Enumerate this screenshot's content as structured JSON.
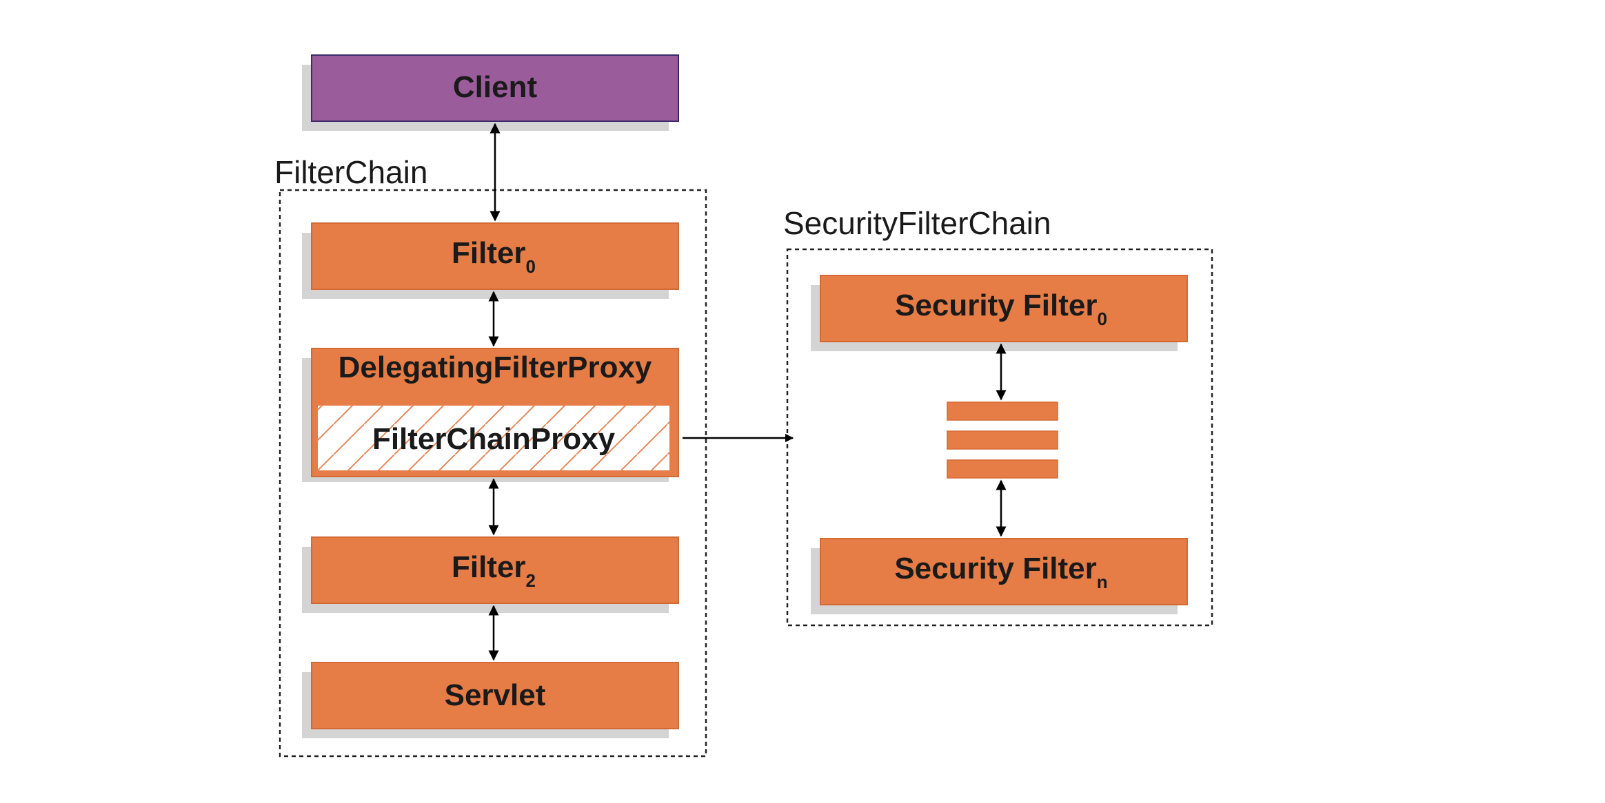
{
  "colors": {
    "client_fill": "#9b5c9b",
    "client_stroke": "#3a2a6a",
    "filter_fill": "#e67c46",
    "filter_stroke": "#d36a34",
    "shadow": "#d4d4d4",
    "hatch": "#e6875a",
    "arrow": "#000000",
    "group_border": "#222222"
  },
  "client": {
    "label": "Client"
  },
  "filter_chain": {
    "label": "FilterChain",
    "filter0": {
      "label": "Filter",
      "subscript": "0"
    },
    "delegating_proxy": {
      "label": "DelegatingFilterProxy",
      "inner_label": "FilterChainProxy"
    },
    "filter2": {
      "label": "Filter",
      "subscript": "2"
    },
    "servlet": {
      "label": "Servlet"
    }
  },
  "security_filter_chain": {
    "label": "SecurityFilterChain",
    "first": {
      "label": "Security Filter",
      "subscript": "0"
    },
    "last": {
      "label": "Security Filter",
      "subscript": "n"
    }
  }
}
